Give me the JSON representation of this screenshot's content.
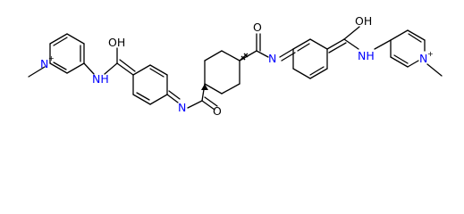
{
  "labels": {
    "n_methylpyridinium_left": "N",
    "charge_left": "+",
    "amide_nh_left": "NH",
    "hydroxyl_left": "OH",
    "imine_n_left": "N",
    "carbonyl_o_left": "O",
    "carbonyl_o_right": "O",
    "imine_n_right": "N",
    "hydroxyl_right": "OH",
    "amide_nh_right": "NH",
    "n_methylpyridinium_right": "N",
    "charge_right": "+"
  },
  "colors": {
    "bond": "#000000",
    "nitrogen": "#0000ff",
    "oxygen": "#000000"
  }
}
